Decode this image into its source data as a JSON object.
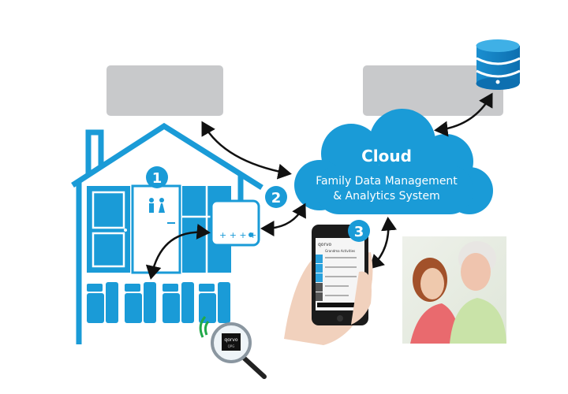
{
  "cloud": {
    "title": "Cloud",
    "line1": "Family Data Management",
    "line2": "& Analytics System"
  },
  "steps": [
    "1",
    "2",
    "3"
  ],
  "phone": {
    "brand": "qorvo",
    "header": "Grandma Activities"
  },
  "chip": {
    "brand": "qorvo",
    "label": "QPG"
  },
  "colors": {
    "accent": "#1a9bd7",
    "panel": "#c8c9cb",
    "arrow": "#111111"
  }
}
